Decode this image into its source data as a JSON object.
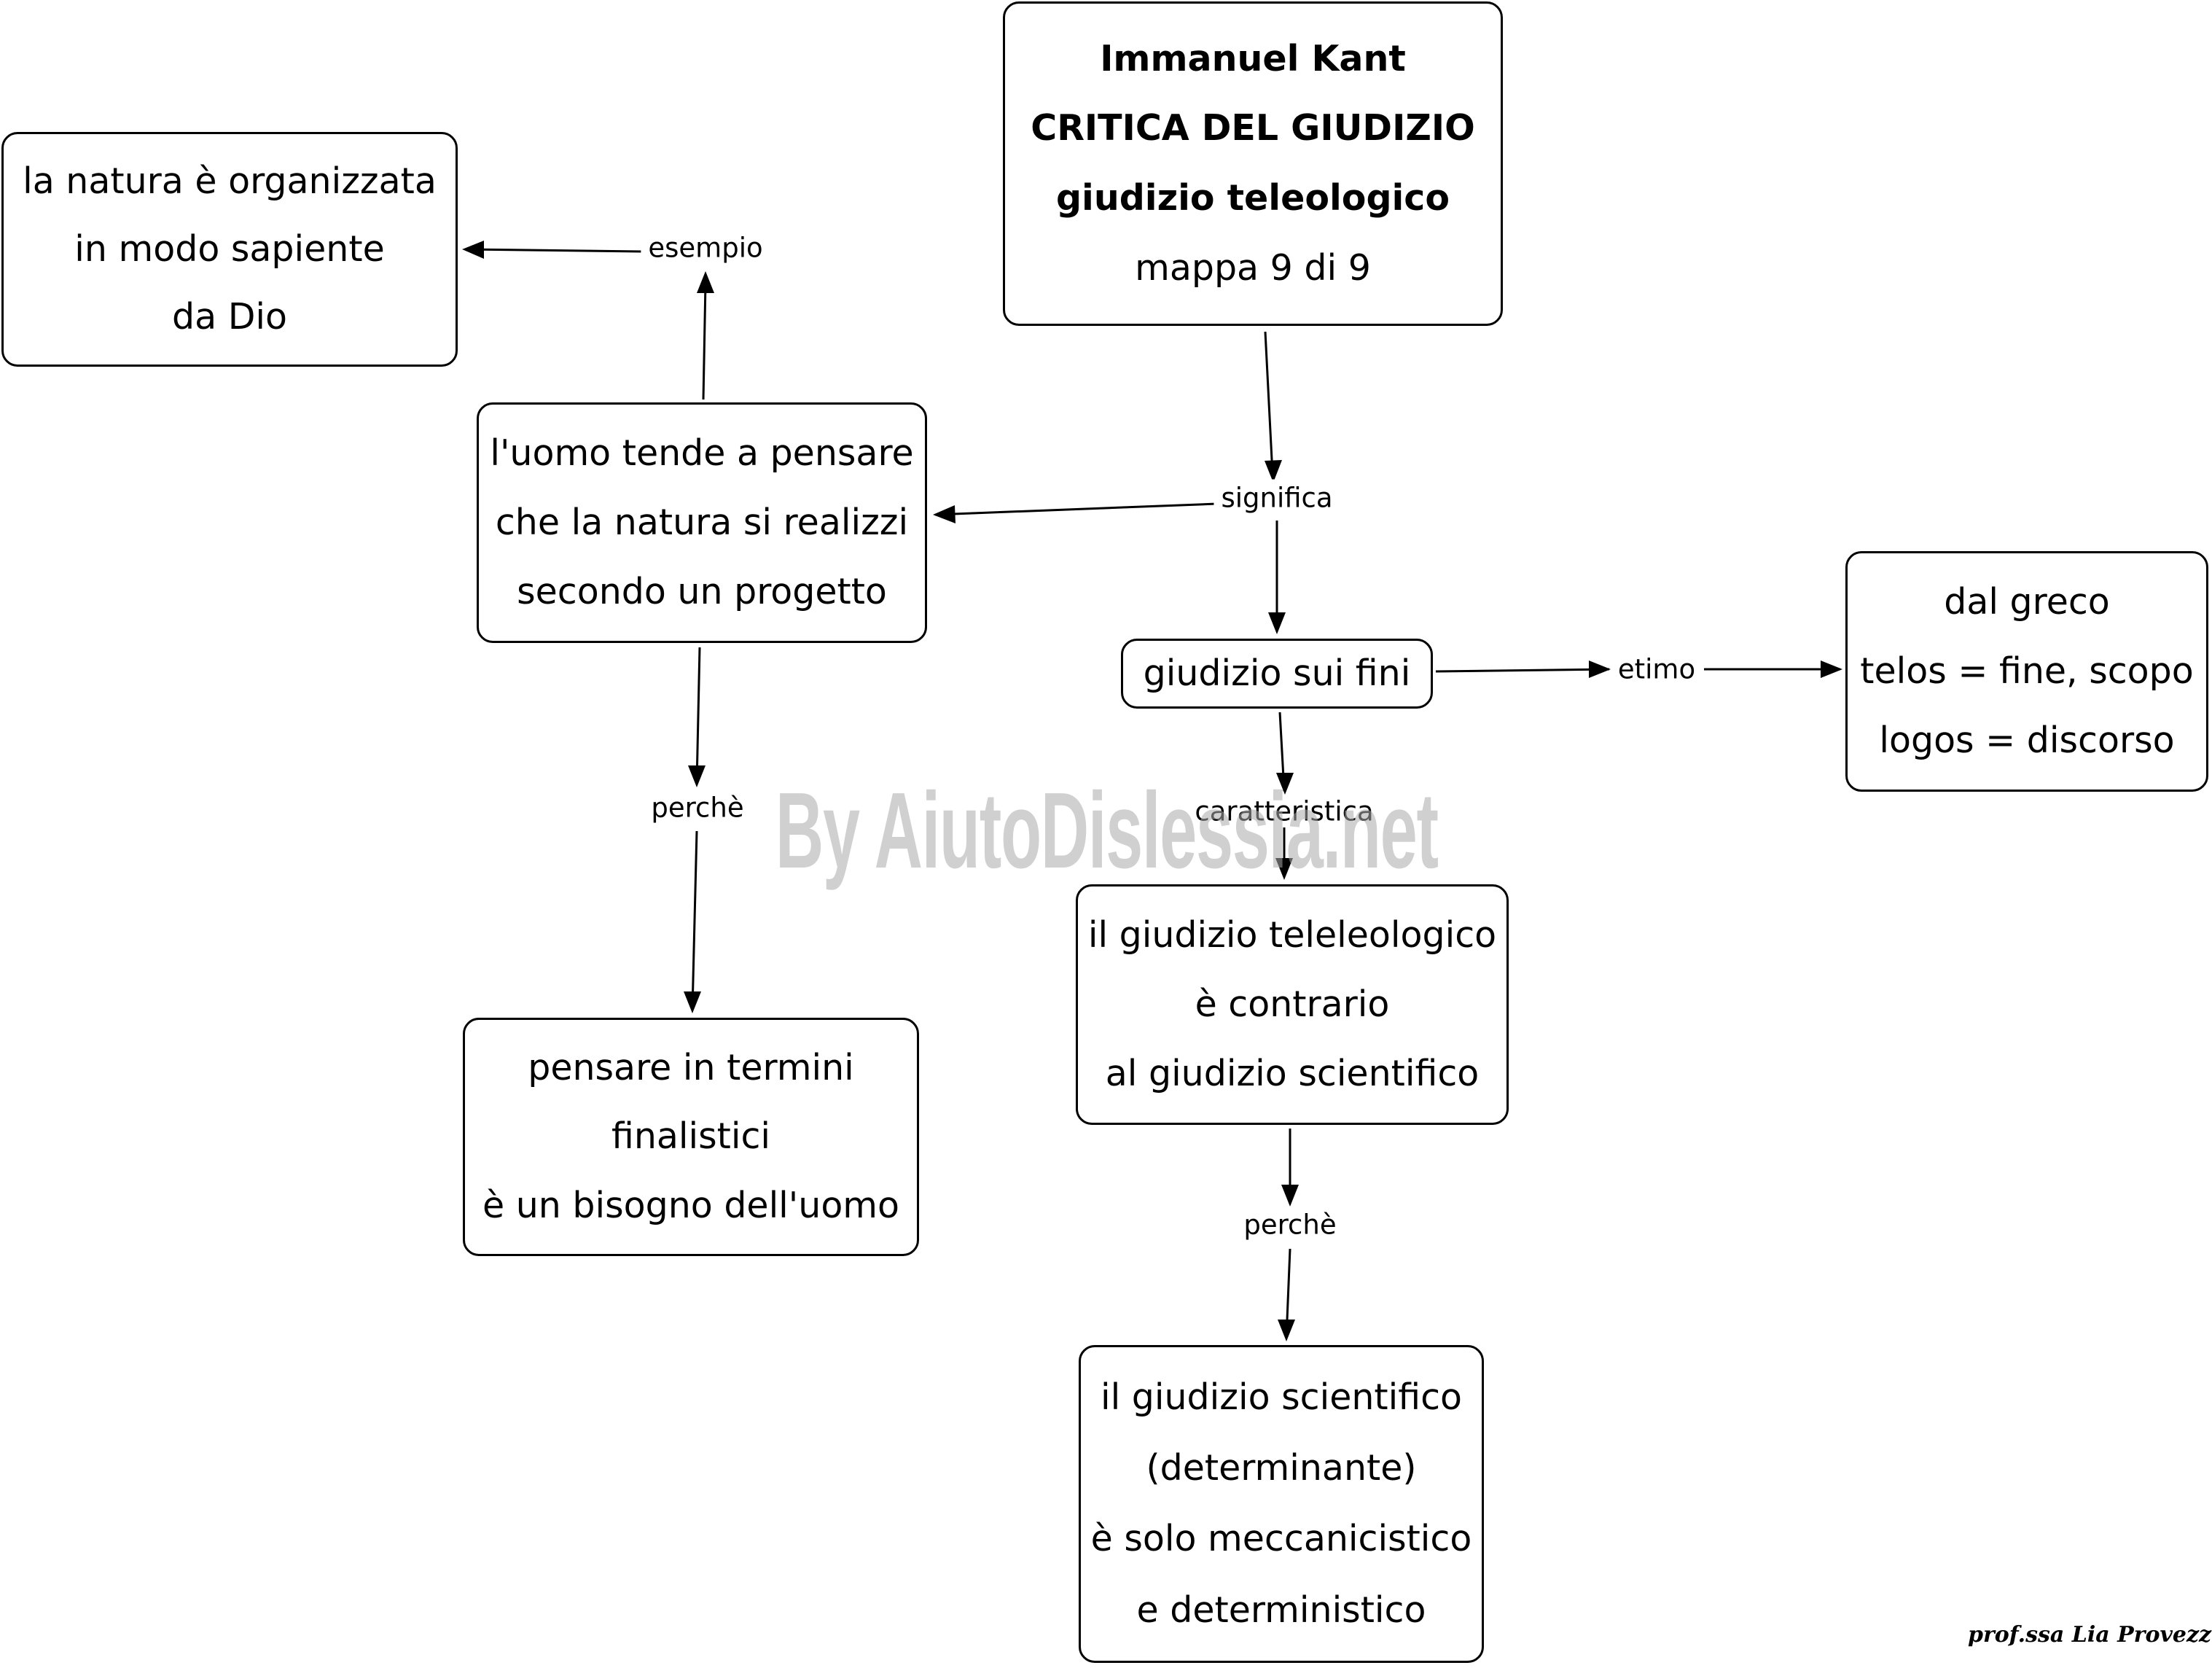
{
  "colors": {
    "line": "#000000",
    "node_border": "#000000",
    "background": "#ffffff",
    "watermark": "#aaaaaa"
  },
  "nodes": {
    "title": {
      "lines": [
        "Immanuel Kant",
        "CRITICA DEL GIUDIZIO",
        "giudizio teleologico",
        "mappa 9 di 9"
      ]
    },
    "natura": {
      "lines": [
        "la natura è organizzata",
        "in modo sapiente",
        "da Dio"
      ]
    },
    "uomo": {
      "lines": [
        "l'uomo tende a pensare",
        "che la natura si realizzi",
        "secondo un progetto"
      ]
    },
    "fini": {
      "lines": [
        "giudizio sui fini"
      ]
    },
    "greco": {
      "lines": [
        "dal greco",
        "telos = fine, scopo",
        "logos = discorso"
      ]
    },
    "contrario": {
      "lines": [
        "il giudizio teleleologico",
        "è contrario",
        "al giudizio scientifico"
      ]
    },
    "finalistici": {
      "lines": [
        "pensare in termini",
        "finalistici",
        "è un bisogno dell'uomo"
      ]
    },
    "scientifico": {
      "lines": [
        "il giudizio scientifico",
        "(determinante)",
        "è solo meccanicistico",
        "e deterministico"
      ]
    }
  },
  "links": {
    "esempio": "esempio",
    "significa": "significa",
    "etimo": "etimo",
    "perche_left": "perchè",
    "caratteristica": "caratteristica",
    "perche_right": "perchè"
  },
  "watermark": "By AiutoDislessia.net",
  "signature": "prof.ssa Lia Provezza"
}
